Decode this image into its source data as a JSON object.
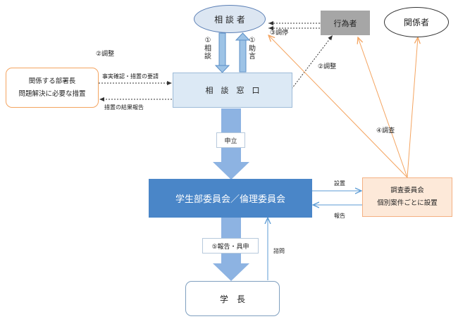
{
  "nodes": {
    "consultant": "相 談 者",
    "actor": "行為者",
    "related": "関係者",
    "dept_head_line1": "関係する部署長",
    "dept_head_line2": "問題解決に必要な措置",
    "window": "相　談　窓　口",
    "committee": "学生部委員会／倫理委員会",
    "investigation_line1": "調査委員会",
    "investigation_line2": "個別案件ごとに設置",
    "president": "学　長"
  },
  "labels": {
    "consult_num": "①",
    "consult_text": "相談",
    "advice_num": "①",
    "advice_text": "助言",
    "mediation": "③調停",
    "adjust_left": "②調整",
    "adjust_right": "②調整",
    "fact_check": "事実確認・措置の要請",
    "measure_report": "措置の結果報告",
    "appeal": "申立",
    "investigate": "④調査",
    "establish": "設置",
    "report": "報告",
    "report_submit": "⑤報告・具申",
    "inquiry": "諮問"
  },
  "colors": {
    "ellipse_fill": "#dce6f2",
    "ellipse_border": "#5b7fb5",
    "actor_fill": "#a6a6a6",
    "window_fill": "#dce9f5",
    "window_border": "#9dbbd8",
    "committee_fill": "#4a86c8",
    "investigation_fill": "#fde9d9",
    "investigation_border": "#f4b183",
    "orange_border": "#f4a460",
    "big_arrow": "#8db3e2",
    "orange_line": "#f4a460",
    "blue_line": "#5b9bd5"
  }
}
